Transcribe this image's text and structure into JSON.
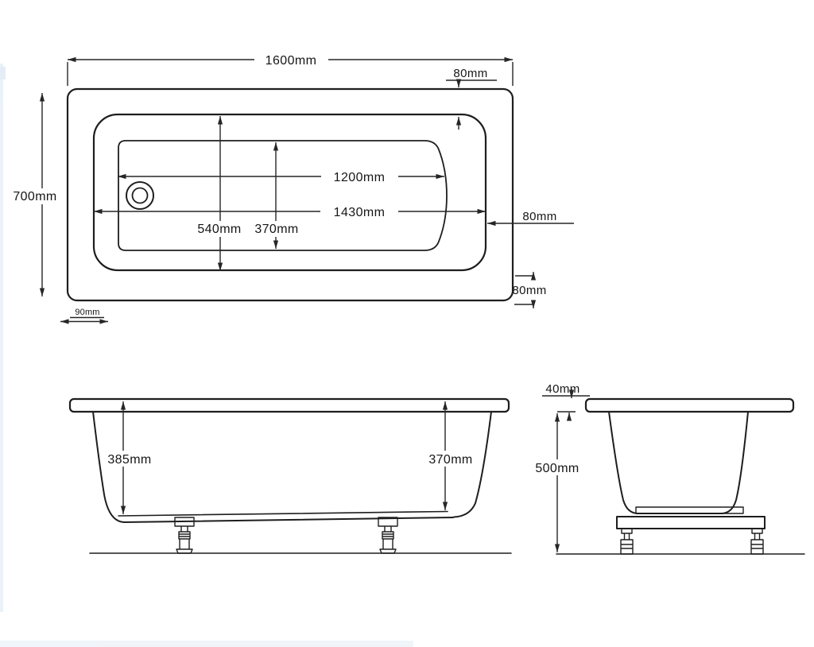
{
  "drawing": {
    "plan": {
      "length_overall": "1600mm",
      "rim_top": "80mm",
      "width_overall": "700mm",
      "basin_length_floor": "1200mm",
      "basin_length_rim": "1430mm",
      "basin_width_rim": "540mm",
      "basin_width_floor": "370mm",
      "rim_right": "80mm",
      "rim_bottom": "80mm",
      "corner": "90mm"
    },
    "front": {
      "depth_left": "385mm",
      "depth_right": "370mm"
    },
    "end": {
      "rim_thickness": "40mm",
      "overall_height": "500mm"
    }
  },
  "colors": {
    "line": "#1e1e1e",
    "background": "#ffffff",
    "scan_tint": "#dce8f2"
  }
}
